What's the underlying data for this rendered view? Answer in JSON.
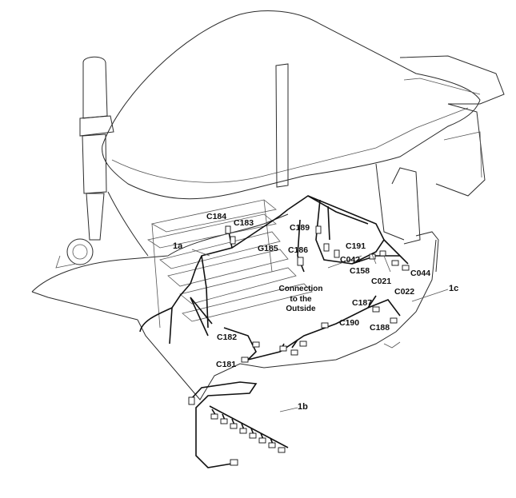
{
  "labels": {
    "c184": "C184",
    "c183": "C183",
    "c189": "C189",
    "g185": "G185",
    "c186": "C186",
    "c191": "C191",
    "c042": "C042",
    "c158": "C158",
    "c021": "C021",
    "c022": "C022",
    "c044": "C044",
    "c187": "C187",
    "c190": "C190",
    "c188": "C188",
    "c182": "C182",
    "c181": "C181",
    "item_1a": "1a",
    "item_1b": "1b",
    "item_1c": "1c",
    "connection_line1": "Connection",
    "connection_line2": "to the",
    "connection_line3": "Outside"
  }
}
